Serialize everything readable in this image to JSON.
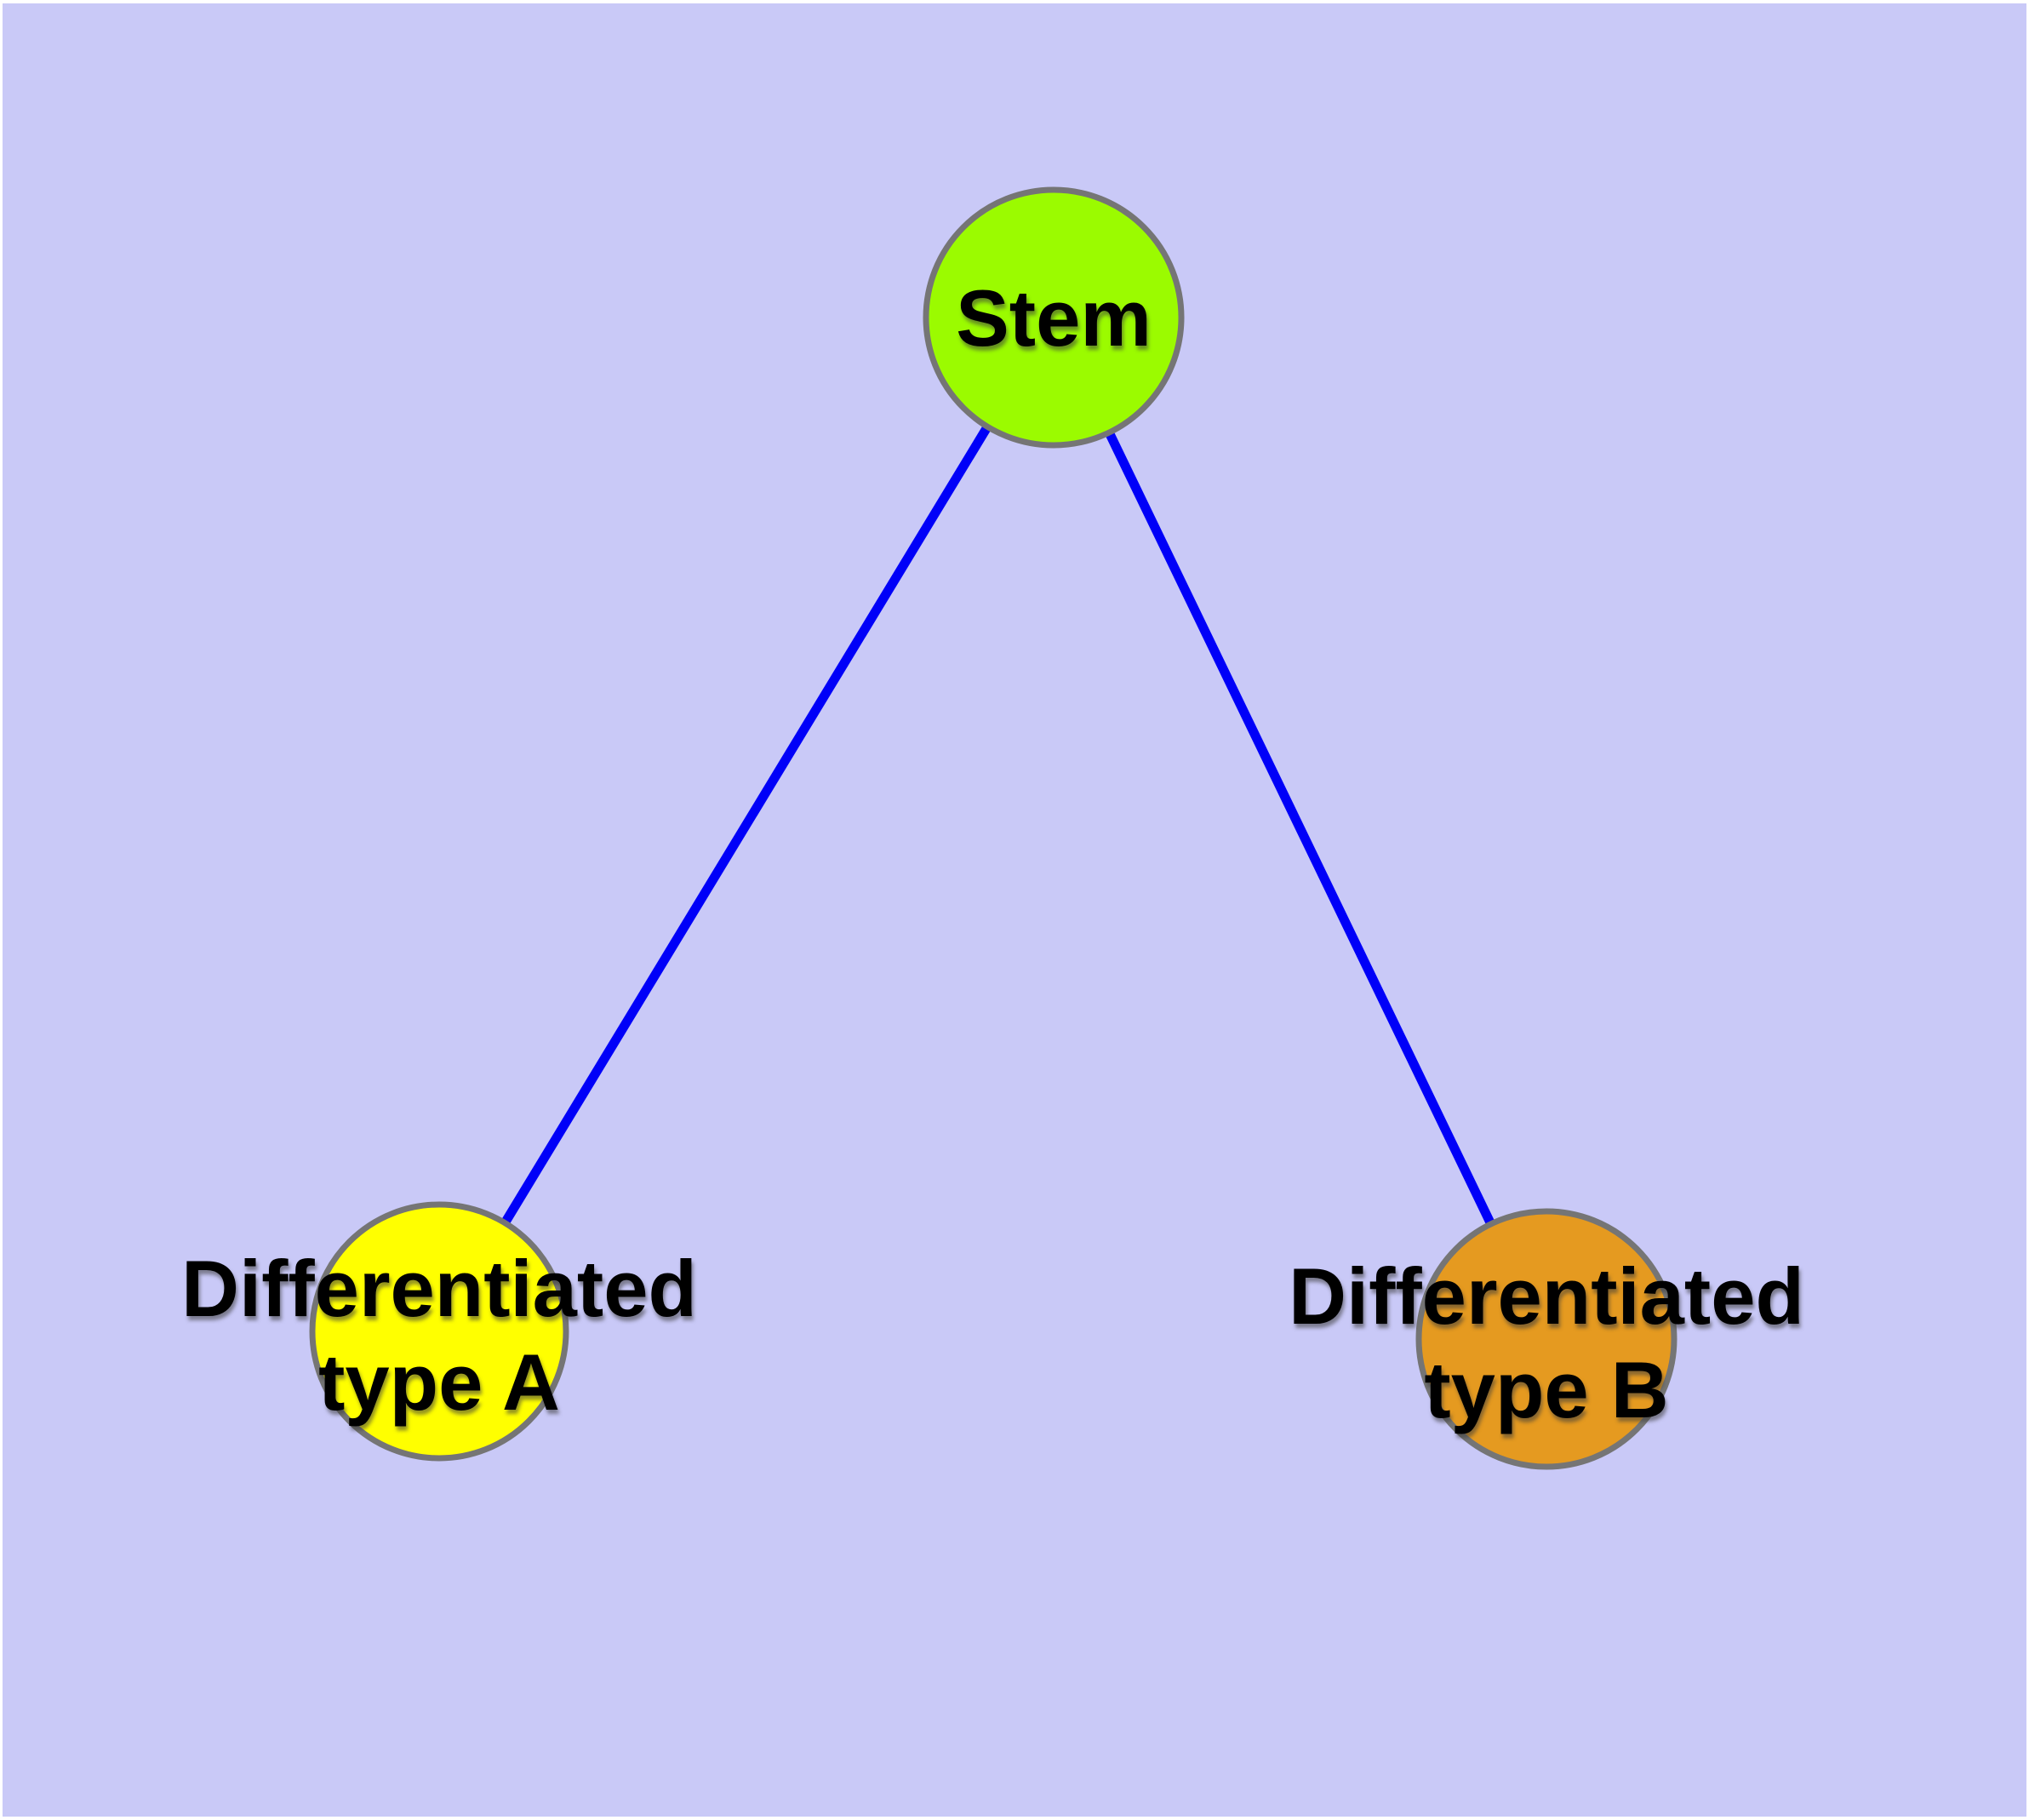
{
  "canvas": {
    "background_color": "#C9C9F7",
    "outer_border_color": "#FFFFFF"
  },
  "edges": {
    "color": "#0000F8",
    "items": [
      {
        "from": "Stem",
        "to": "Differentiated type A"
      },
      {
        "from": "Stem",
        "to": "Differentiated type B"
      }
    ]
  },
  "nodes": {
    "stem": {
      "label": "Stem",
      "fill": "#9BFB00",
      "stroke": "#757575"
    },
    "type_a": {
      "label_line1": "Differentiated",
      "label_line2": "type A",
      "fill": "#FFFF00",
      "stroke": "#757575"
    },
    "type_b": {
      "label_line1": "Differentiated",
      "label_line2": "type B",
      "fill": "#E59A20",
      "stroke": "#757575"
    }
  }
}
